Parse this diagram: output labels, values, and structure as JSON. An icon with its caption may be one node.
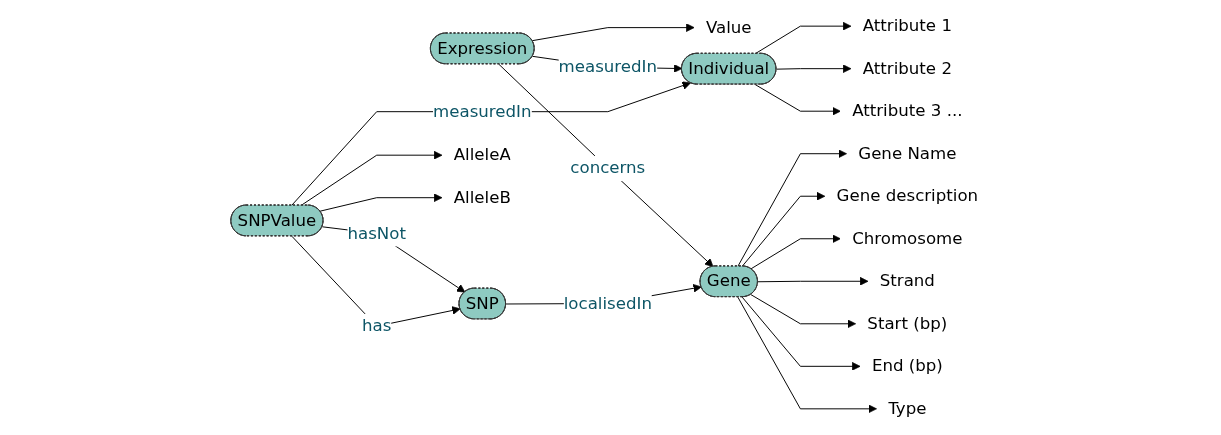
{
  "diagram": {
    "nodes": [
      {
        "text": [
          "Value"
        ]
      },
      {
        "text": [
          "Expression"
        ]
      },
      {
        "text": [
          "Gene Name"
        ]
      },
      {
        "text": [
          "Gene description"
        ]
      },
      {
        "text": [
          "Chromosome"
        ]
      },
      {
        "text": [
          "Strand"
        ]
      },
      {
        "text": [
          "Start (bp)"
        ]
      },
      {
        "text": [
          "End (bp)"
        ]
      },
      {
        "text": [
          "Type"
        ]
      },
      {
        "text": [
          "Gene"
        ]
      },
      {
        "text": [
          "Individual"
        ]
      },
      {
        "text": [
          "Attribute 1"
        ]
      },
      {
        "text": [
          "Attribute 2"
        ]
      },
      {
        "text": [
          "Attribute 3 ..."
        ]
      },
      {
        "text": [
          "SNP"
        ]
      },
      {
        "text": [
          "SNPValue"
        ]
      },
      {
        "text": [
          "AlleleA"
        ]
      },
      {
        "text": [
          "AlleleB"
        ]
      }
    ],
    "edges": [
      {
        "from": 1,
        "to": 0,
        "arrow": "to"
      },
      {
        "from": 1,
        "to": 9,
        "arrow": "to",
        "label": "concerns"
      },
      {
        "from": 1,
        "to": 10,
        "arrow": "to",
        "label": "measuredIn"
      },
      {
        "from": 9,
        "to": 2,
        "arrow": "to"
      },
      {
        "from": 9,
        "to": 3,
        "arrow": "to"
      },
      {
        "from": 9,
        "to": 4,
        "arrow": "to"
      },
      {
        "from": 9,
        "to": 5,
        "arrow": "to"
      },
      {
        "from": 9,
        "to": 6,
        "arrow": "to"
      },
      {
        "from": 9,
        "to": 7,
        "arrow": "to"
      },
      {
        "from": 9,
        "to": 8,
        "arrow": "to"
      },
      {
        "from": 10,
        "to": 11,
        "arrow": "to"
      },
      {
        "from": 10,
        "to": 12,
        "arrow": "to"
      },
      {
        "from": 10,
        "to": 13,
        "arrow": "to"
      },
      {
        "from": 14,
        "to": 9,
        "arrow": "to",
        "label": "localisedIn"
      },
      {
        "from": 15,
        "to": 10,
        "arrow": "to",
        "label": "measuredIn"
      },
      {
        "from": 15,
        "to": 14,
        "arrow": "to",
        "label": "hasNot"
      },
      {
        "from": 15,
        "to": 14,
        "arrow": "to",
        "label": "has"
      },
      {
        "from": 15,
        "to": 16,
        "arrow": "to"
      },
      {
        "from": 15,
        "to": 17,
        "arrow": "to"
      }
    ]
  }
}
